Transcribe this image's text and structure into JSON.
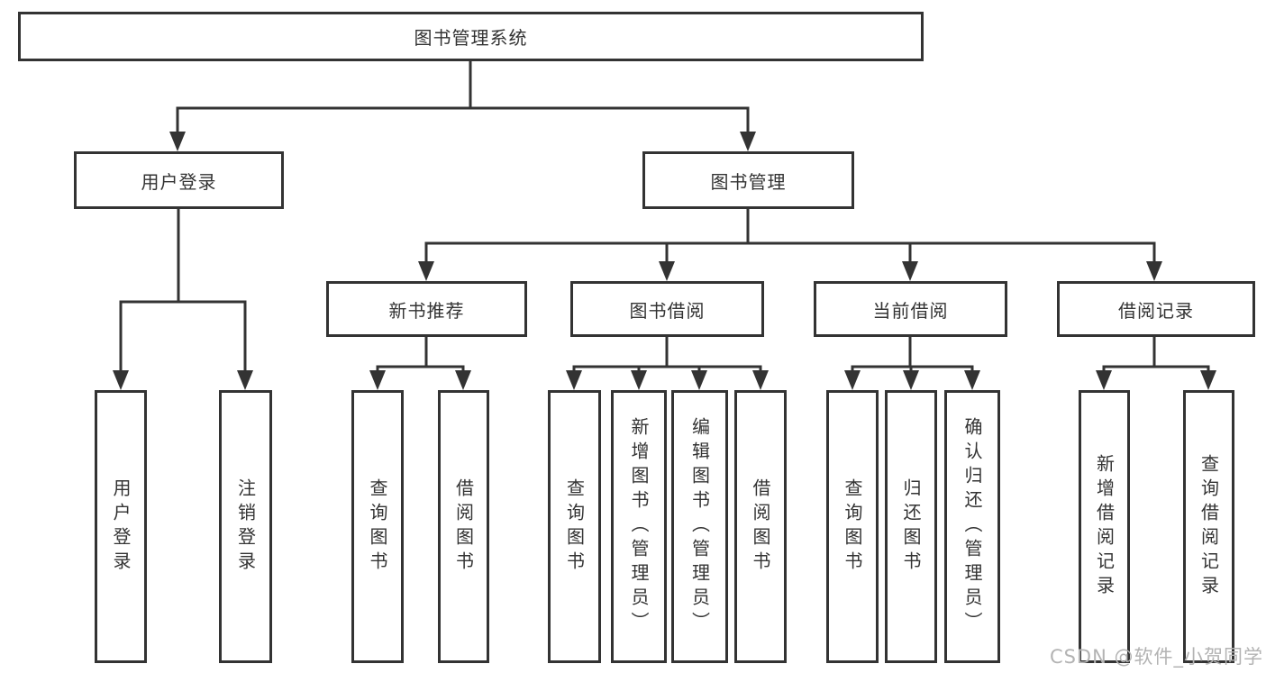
{
  "colors": {
    "line": "#333333",
    "text": "#333333",
    "node_bg": "#ffffff",
    "background": "#ffffff",
    "watermark": "#b3b3b3"
  },
  "nodes": {
    "root": {
      "label": "图书管理系统"
    },
    "user_login": {
      "label": "用户登录"
    },
    "book_mgmt": {
      "label": "图书管理"
    },
    "new_book_rec": {
      "label": "新书推荐"
    },
    "book_borrow": {
      "label": "图书借阅"
    },
    "current_borrow": {
      "label": "当前借阅"
    },
    "borrow_records": {
      "label": "借阅记录"
    },
    "leaf_user_login": {
      "label": "用户登录"
    },
    "leaf_logout": {
      "label": "注销登录"
    },
    "leaf_query_book_rec": {
      "label": "查询图书"
    },
    "leaf_borrow_book_rec": {
      "label": "借阅图书"
    },
    "leaf_query_book_borrow": {
      "label": "查询图书"
    },
    "leaf_add_book_admin": {
      "label": "新增图书（管理员）"
    },
    "leaf_edit_book_admin": {
      "label": "编辑图书（管理员）"
    },
    "leaf_borrow_book_borrow": {
      "label": "借阅图书"
    },
    "leaf_query_book_current": {
      "label": "查询图书"
    },
    "leaf_return_book": {
      "label": "归还图书"
    },
    "leaf_confirm_return_admin": {
      "label": "确认归还（管理员）"
    },
    "leaf_add_borrow_record": {
      "label": "新增借阅记录"
    },
    "leaf_query_borrow_record": {
      "label": "查询借阅记录"
    }
  },
  "watermark": {
    "text": "CSDN @软件_小贺同学"
  }
}
